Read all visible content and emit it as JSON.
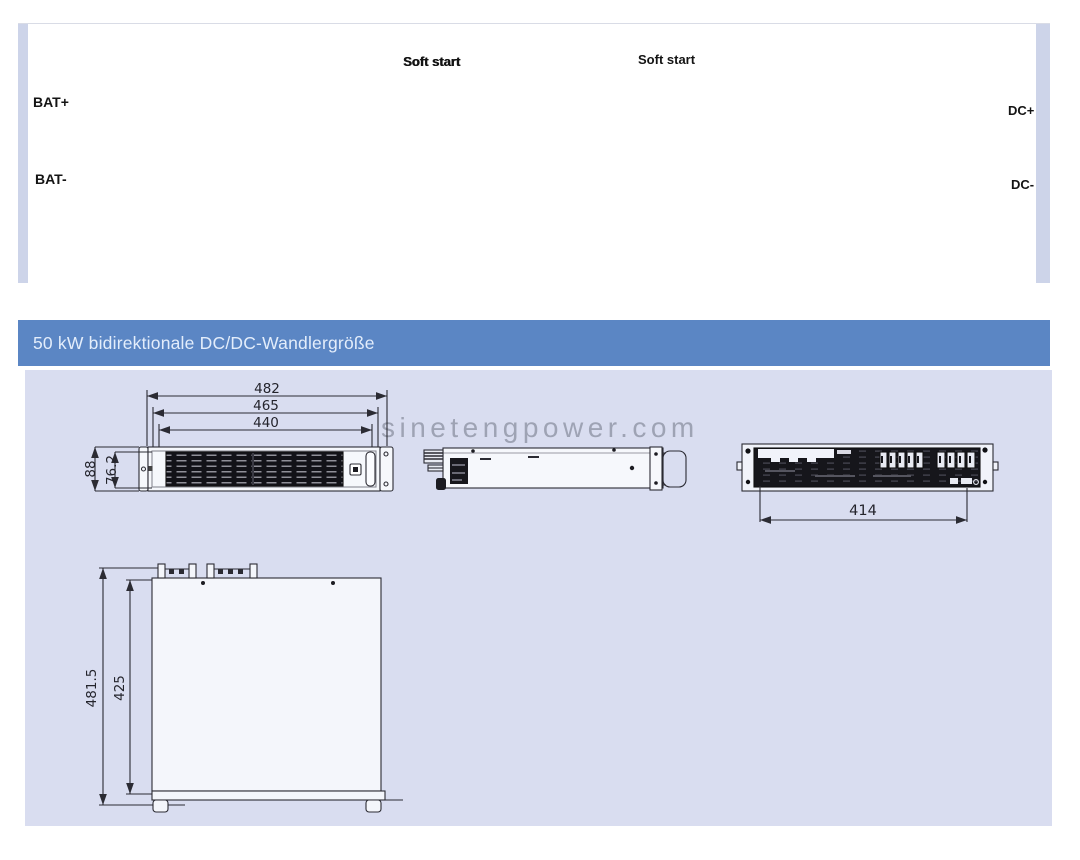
{
  "schematic": {
    "soft_start_left": "Soft start",
    "soft_start_right": "Soft start",
    "bat_plus": "BAT+",
    "bat_minus": "BAT-",
    "dc_plus": "DC+",
    "dc_minus": "DC-"
  },
  "header": {
    "title": "50 kW bidirektionale DC/DC-Wandlergröße",
    "background_color": "#5b86c4",
    "text_color": "#e3edfb"
  },
  "drawing": {
    "watermark": "sinetengpower.com",
    "panel_background": "#d9ddf0",
    "front_view": {
      "width_overall_mm": "482",
      "width_mid_mm": "465",
      "width_inner_mm": "440",
      "height_overall_mm": "88",
      "height_inner_mm": "76.2"
    },
    "rear_view": {
      "mounting_width_mm": "414"
    },
    "top_view": {
      "depth_overall_mm": "481.5",
      "depth_inner_mm": "425"
    }
  }
}
